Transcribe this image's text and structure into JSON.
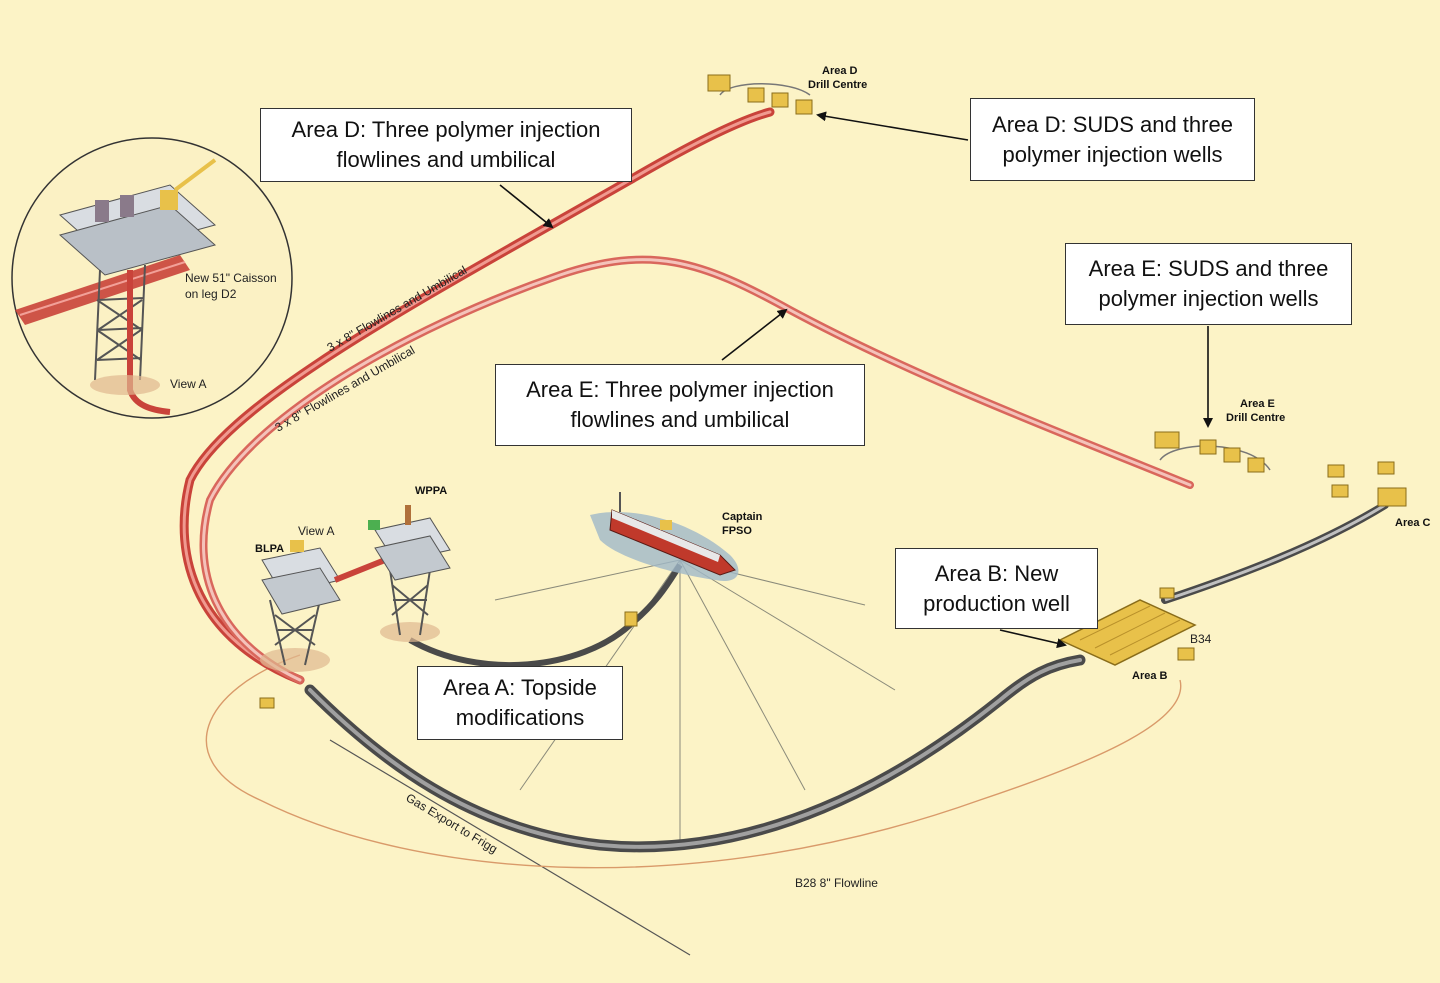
{
  "callouts": {
    "area_d_flowlines": [
      "Area D: Three polymer injection",
      "flowlines and umbilical"
    ],
    "area_d_wells": [
      "Area D: SUDS and three",
      "polymer injection wells"
    ],
    "area_e_wells": [
      "Area E: SUDS and three",
      "polymer injection wells"
    ],
    "area_e_flowlines": [
      "Area E: Three polymer injection",
      "flowlines and umbilical"
    ],
    "area_b": [
      "Area B: New",
      "production well"
    ],
    "area_a": [
      "Area A: Topside",
      "modifications"
    ]
  },
  "labels": {
    "area_d_drill": [
      "Area D",
      "Drill Centre"
    ],
    "area_e_drill": [
      "Area E",
      "Drill Centre"
    ],
    "area_c": "Area C",
    "area_b": "Area B",
    "b34": "B34",
    "captain_fpso": [
      "Captain",
      "FPSO"
    ],
    "wppa": "WPPA",
    "blpa": "BLPA",
    "view_a_main": "View A",
    "view_a_inset": "View A",
    "caisson": [
      "New 51\" Caisson",
      "on leg D2"
    ],
    "flowlines_d": "3 x 8\" Flowlines and Umbilical",
    "flowlines_e": "3 x 8\" Flowlines and Umbilical",
    "gas_export": "Gas Export to Frigg",
    "b28_flowline": "B28 8\" Flowline"
  },
  "colors": {
    "background": "#fcf3c6",
    "flowline_red": "#d9534a",
    "flowline_pink": "#e9948a",
    "production_grey": "#5a5a5a",
    "equipment_yellow": "#e8c14a"
  }
}
